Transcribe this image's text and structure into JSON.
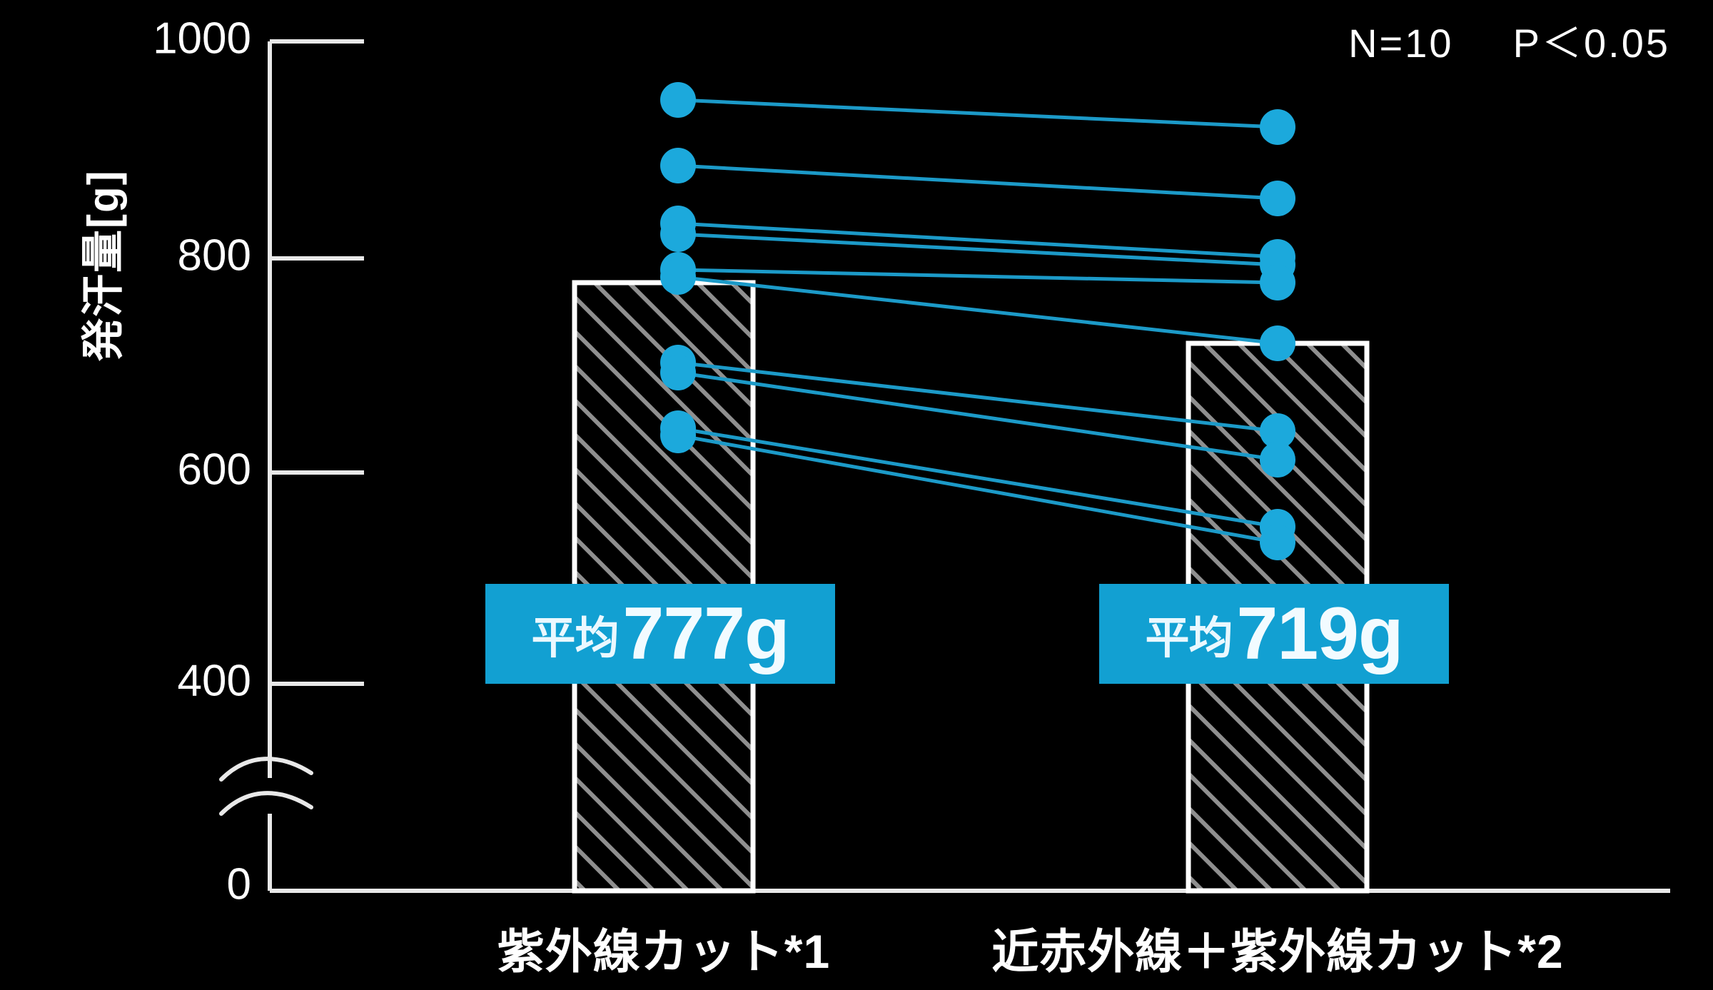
{
  "axis": {
    "y_label": "発汗量[g]",
    "y_ticks": [
      "1000",
      "800",
      "600",
      "400",
      "0"
    ],
    "y_tick_values": [
      1000,
      800,
      600,
      400,
      0
    ],
    "has_axis_break": true,
    "break_icon": "axis-break-squiggle"
  },
  "annotation": {
    "sample_size": "N=10",
    "p_value": "P＜0.05"
  },
  "bars": [
    {
      "category": "紫外線カット*1",
      "mean_prefix": "平均",
      "mean_value": "777g",
      "mean": 777
    },
    {
      "category": "近赤外線＋紫外線カット*2",
      "mean_prefix": "平均",
      "mean_value": "719g",
      "mean": 719
    }
  ],
  "colors": {
    "accent": "#12A0D2",
    "dot": "#1CA9DC",
    "line": "#1C9AC8",
    "background": "#000000",
    "axis": "#E8E8E8",
    "bar_border": "#FFFFFF",
    "hatch": "#8A8A8A"
  },
  "chart_data": {
    "type": "bar",
    "title": "",
    "xlabel": "",
    "ylabel": "発汗量[g]",
    "categories": [
      "紫外線カット*1",
      "近赤外線＋紫外線カット*2"
    ],
    "values": [
      777,
      719
    ],
    "ylim": [
      0,
      1000
    ],
    "ytick_labels": [
      "0",
      "400",
      "600",
      "800",
      "1000"
    ],
    "axis_break": {
      "from": 0,
      "to": 330
    },
    "grid": false,
    "legend": false,
    "annotations": [
      "N=10",
      "P＜0.05"
    ],
    "data_labels": [
      "平均777g",
      "平均719g"
    ],
    "overlay": {
      "type": "paired-slope",
      "n": 10,
      "series_names": [
        "紫外線カット*1",
        "近赤外線＋紫外線カット*2"
      ],
      "pairs": [
        {
          "id": 1,
          "before": 958,
          "after": 910
        },
        {
          "id": 2,
          "before": 897,
          "after": 866
        },
        {
          "id": 3,
          "before": 843,
          "after": 812
        },
        {
          "id": 4,
          "before": 833,
          "after": 805
        },
        {
          "id": 5,
          "before": 800,
          "after": 789
        },
        {
          "id": 6,
          "before": 793,
          "after": 722
        },
        {
          "id": 7,
          "before": 713,
          "after": 648
        },
        {
          "id": 8,
          "before": 703,
          "after": 622
        },
        {
          "id": 9,
          "before": 650,
          "after": 560
        },
        {
          "id": 10,
          "before": 643,
          "after": 545
        }
      ],
      "crossings": [
        {
          "before_index": 5,
          "after_value": 722
        },
        {
          "before_index": 6,
          "after_value": 648
        }
      ]
    }
  }
}
